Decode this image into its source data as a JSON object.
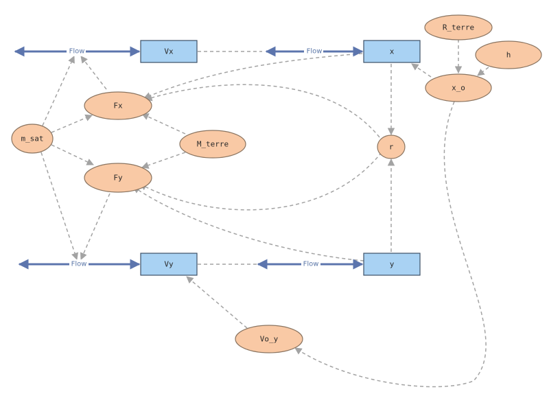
{
  "diagram": {
    "stocks": {
      "vx": "Vx",
      "x": "x",
      "vy": "Vy",
      "y": "y"
    },
    "auxiliaries": {
      "r_terre": "R_terre",
      "h": "h",
      "x_o": "x_o",
      "fx": "Fx",
      "fy": "Fy",
      "m_sat": "m_sat",
      "m_terre": "M_terre",
      "r": "r",
      "vo_y": "Vo_y"
    },
    "flows": {
      "flow_vx": "Flow",
      "flow_x": "Flow",
      "flow_vy": "Flow",
      "flow_y": "Flow"
    },
    "colors": {
      "stock_fill": "#a9d2f3",
      "aux_fill": "#f9c9a5",
      "flow_line": "#5c75ad",
      "link_line": "#a3a3a3"
    }
  }
}
